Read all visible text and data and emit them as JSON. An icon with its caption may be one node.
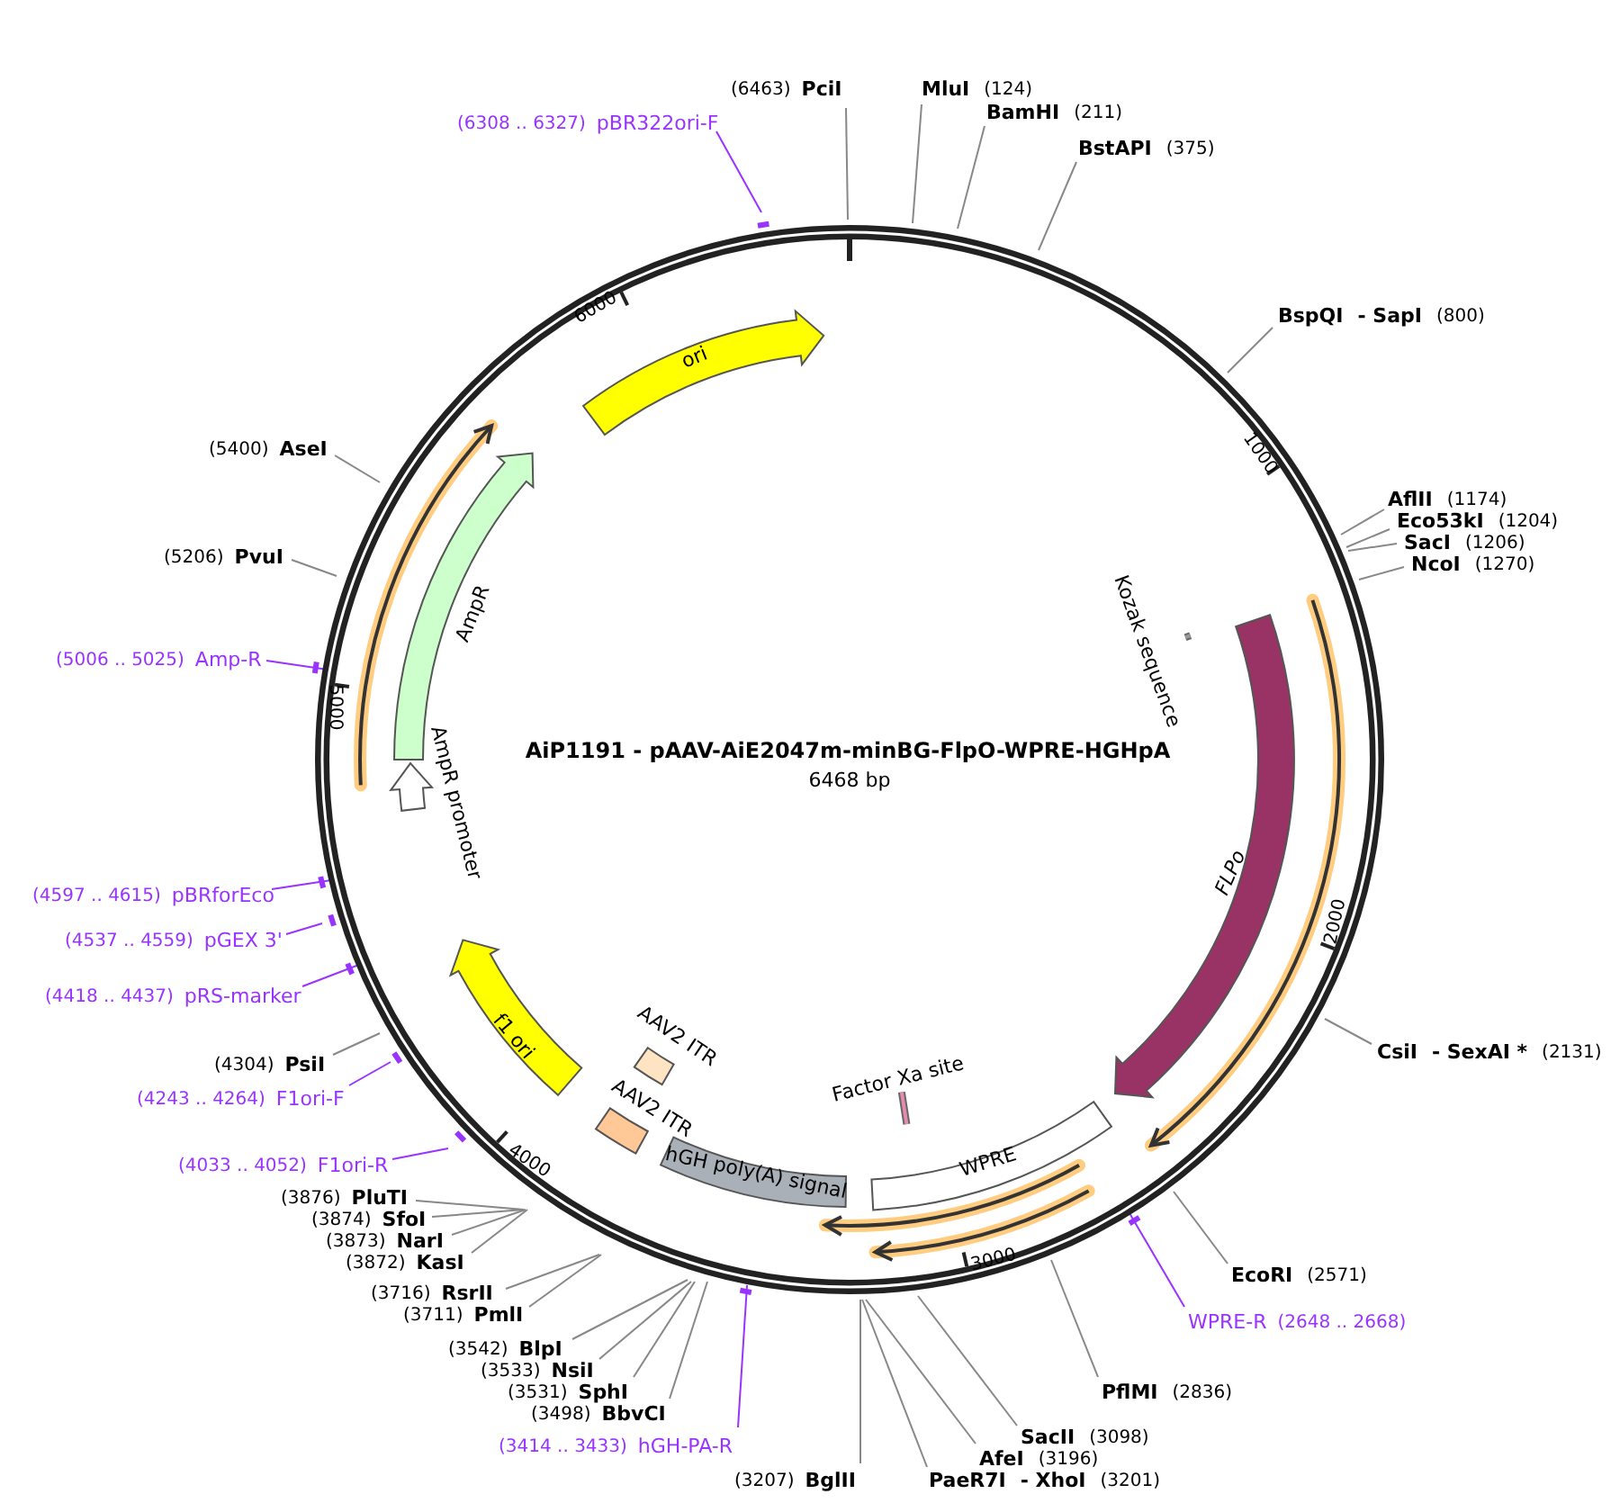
{
  "diagram": {
    "title": "AiP1191 - pAAV-AiE2047m-minBG-FlpO-WPRE-HGHpA",
    "nodes": [
      {
        "text": [
          "(6463)",
          "PciI"
        ]
      },
      {
        "text": [
          "MluI",
          "(124)"
        ]
      },
      {
        "text": [
          "BamHI",
          "(211)"
        ]
      },
      {
        "text": [
          "BstAPI",
          "(375)"
        ]
      },
      {
        "text": [
          "BspQI",
          "- SapI",
          "(800)"
        ]
      },
      {
        "text": [
          "AflII",
          "(1174)"
        ]
      },
      {
        "text": [
          "Eco53kI",
          "(1204)"
        ]
      },
      {
        "text": [
          "SacI",
          "(1206)"
        ]
      },
      {
        "text": [
          "NcoI",
          "(1270)"
        ]
      },
      {
        "text": [
          "CsiI",
          "- SexAI *",
          "(2131)"
        ]
      },
      {
        "text": [
          "EcoRI",
          "(2571)"
        ]
      },
      {
        "text": [
          "PflMI",
          "(2836)"
        ]
      },
      {
        "text": [
          "SacII",
          "(3098)"
        ]
      },
      {
        "text": [
          "AfeI",
          "(3196)"
        ]
      },
      {
        "text": [
          "PaeR7I",
          "- XhoI",
          "(3201)"
        ]
      },
      {
        "text": [
          "(3207)",
          "BglII"
        ]
      },
      {
        "text": [
          "(3498)",
          "BbvCI"
        ]
      },
      {
        "text": [
          "(3531)",
          "SphI"
        ]
      },
      {
        "text": [
          "(3533)",
          "NsiI"
        ]
      },
      {
        "text": [
          "(3542)",
          "BlpI"
        ]
      },
      {
        "text": [
          "(3711)",
          "PmlI"
        ]
      },
      {
        "text": [
          "(3716)",
          "RsrII"
        ]
      },
      {
        "text": [
          "(3872)",
          "KasI"
        ]
      },
      {
        "text": [
          "(3873)",
          "NarI"
        ]
      },
      {
        "text": [
          "(3874)",
          "SfoI"
        ]
      },
      {
        "text": [
          "(3876)",
          "PluTI"
        ]
      },
      {
        "text": [
          "(4304)",
          "PsiI"
        ]
      },
      {
        "text": [
          "(5206)",
          "PvuI"
        ]
      },
      {
        "text": [
          "(5400)",
          "AseI"
        ]
      },
      {
        "text": [
          "(6308 .. 6327)",
          "pBR322ori-F"
        ]
      },
      {
        "text": [
          "(5006 .. 5025)",
          "Amp-R"
        ]
      },
      {
        "text": [
          "(4597 .. 4615)",
          "pBRforEco"
        ]
      },
      {
        "text": [
          "(4537 .. 4559)",
          "pGEX 3'"
        ]
      },
      {
        "text": [
          "(4418 .. 4437)",
          "pRS-marker"
        ]
      },
      {
        "text": [
          "(4243 .. 4264)",
          "F1ori-F"
        ]
      },
      {
        "text": [
          "(4033 .. 4052)",
          "F1ori-R"
        ]
      },
      {
        "text": [
          "(3414 .. 3433)",
          "hGH-PA-R"
        ]
      },
      {
        "text": [
          "WPRE-R",
          "(2648 .. 2668)"
        ]
      },
      {
        "text": [
          "ori"
        ]
      },
      {
        "text": [
          "AmpR"
        ]
      },
      {
        "text": [
          "AmpR promoter"
        ]
      },
      {
        "text": [
          "f1 ori"
        ]
      },
      {
        "text": [
          "AAV2 ITR"
        ]
      },
      {
        "text": [
          "AAV2 ITR"
        ]
      },
      {
        "text": [
          "hGH poly(A) signal"
        ]
      },
      {
        "text": [
          "WPRE"
        ]
      },
      {
        "text": [
          "Factor Xa site"
        ]
      },
      {
        "text": [
          "FLPo"
        ]
      },
      {
        "text": [
          "Kozak sequence"
        ]
      }
    ],
    "edges": [
      {
        "from": 0,
        "to": null,
        "arrow": "none"
      },
      {
        "from": 1,
        "to": null,
        "arrow": "none"
      },
      {
        "from": 2,
        "to": null,
        "arrow": "none"
      },
      {
        "from": 3,
        "to": null,
        "arrow": "none"
      },
      {
        "from": 4,
        "to": null,
        "arrow": "none"
      },
      {
        "from": 5,
        "to": null,
        "arrow": "none"
      },
      {
        "from": 6,
        "to": null,
        "arrow": "none"
      },
      {
        "from": 7,
        "to": null,
        "arrow": "none"
      },
      {
        "from": 8,
        "to": null,
        "arrow": "none"
      },
      {
        "from": 9,
        "to": null,
        "arrow": "none"
      },
      {
        "from": 10,
        "to": null,
        "arrow": "none"
      },
      {
        "from": 11,
        "to": null,
        "arrow": "none"
      },
      {
        "from": 12,
        "to": null,
        "arrow": "none"
      },
      {
        "from": 13,
        "to": null,
        "arrow": "none"
      },
      {
        "from": 14,
        "to": null,
        "arrow": "none"
      },
      {
        "from": 15,
        "to": null,
        "arrow": "none"
      },
      {
        "from": 16,
        "to": null,
        "arrow": "none"
      },
      {
        "from": 17,
        "to": null,
        "arrow": "none"
      },
      {
        "from": 18,
        "to": null,
        "arrow": "none"
      },
      {
        "from": 19,
        "to": null,
        "arrow": "none"
      },
      {
        "from": 20,
        "to": null,
        "arrow": "none"
      },
      {
        "from": 21,
        "to": null,
        "arrow": "none"
      },
      {
        "from": 22,
        "to": null,
        "arrow": "none"
      },
      {
        "from": 23,
        "to": null,
        "arrow": "none"
      },
      {
        "from": 24,
        "to": null,
        "arrow": "none"
      },
      {
        "from": 25,
        "to": null,
        "arrow": "none"
      },
      {
        "from": 26,
        "to": null,
        "arrow": "none"
      },
      {
        "from": 27,
        "to": null,
        "arrow": "none"
      },
      {
        "from": 28,
        "to": null,
        "arrow": "none"
      },
      {
        "from": 29,
        "to": null,
        "arrow": "none",
        "color": "#9933ff"
      },
      {
        "from": 30,
        "to": null,
        "arrow": "none",
        "color": "#9933ff"
      },
      {
        "from": 31,
        "to": null,
        "arrow": "none",
        "color": "#9933ff"
      },
      {
        "from": 32,
        "to": null,
        "arrow": "none",
        "color": "#9933ff"
      },
      {
        "from": 33,
        "to": null,
        "arrow": "none",
        "color": "#9933ff"
      },
      {
        "from": 34,
        "to": null,
        "arrow": "none",
        "color": "#9933ff"
      },
      {
        "from": 35,
        "to": null,
        "arrow": "none",
        "color": "#9933ff"
      },
      {
        "from": 36,
        "to": null,
        "arrow": "none",
        "color": "#9933ff"
      },
      {
        "from": 37,
        "to": null,
        "arrow": "none",
        "color": "#9933ff"
      }
    ],
    "labels": [
      "6468 bp",
      "1000",
      "2000",
      "3000",
      "4000",
      "5000",
      "6000"
    ]
  }
}
